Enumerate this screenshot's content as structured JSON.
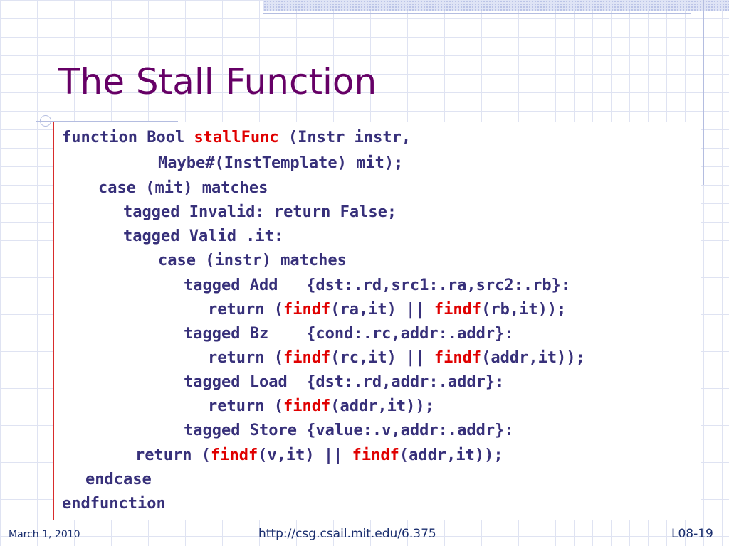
{
  "slide": {
    "title": "The Stall Function",
    "code": {
      "l1a": "function Bool ",
      "l1b": "stallFunc",
      "l1c": " (Instr instr,",
      "l2": "Maybe#(InstTemplate) mit);",
      "l3": "case (mit) matches",
      "l4": "tagged Invalid: return False;",
      "l5": "tagged Valid .it:",
      "l6": "case (instr) matches",
      "l7": "tagged Add   {dst:.rd,src1:.ra,src2:.rb}:",
      "l8a": "return (",
      "l8b": "findf",
      "l8c": "(ra,it) || ",
      "l8d": "findf",
      "l8e": "(rb,it));",
      "l9": "tagged Bz    {cond:.rc,addr:.addr}:",
      "l10a": "return (",
      "l10b": "findf",
      "l10c": "(rc,it) || ",
      "l10d": "findf",
      "l10e": "(addr,it));",
      "l11": "tagged Load  {dst:.rd,addr:.addr}:",
      "l12a": "return (",
      "l12b": "findf",
      "l12c": "(addr,it));",
      "l13": "tagged Store {value:.v,addr:.addr}:",
      "l14a": "return (",
      "l14b": "findf",
      "l14c": "(v,it) || ",
      "l14d": "findf",
      "l14e": "(addr,it));",
      "l15": "endcase",
      "l16": "endfunction"
    }
  },
  "footer": {
    "date": "March 1, 2010",
    "url": "http://csg.csail.mit.edu/6.375",
    "page": "L08-19"
  },
  "colors": {
    "title": "#660066",
    "code_text": "#37307a",
    "highlight": "#e00000",
    "box_border": "#d82c2c",
    "footer": "#1a2e6e"
  }
}
